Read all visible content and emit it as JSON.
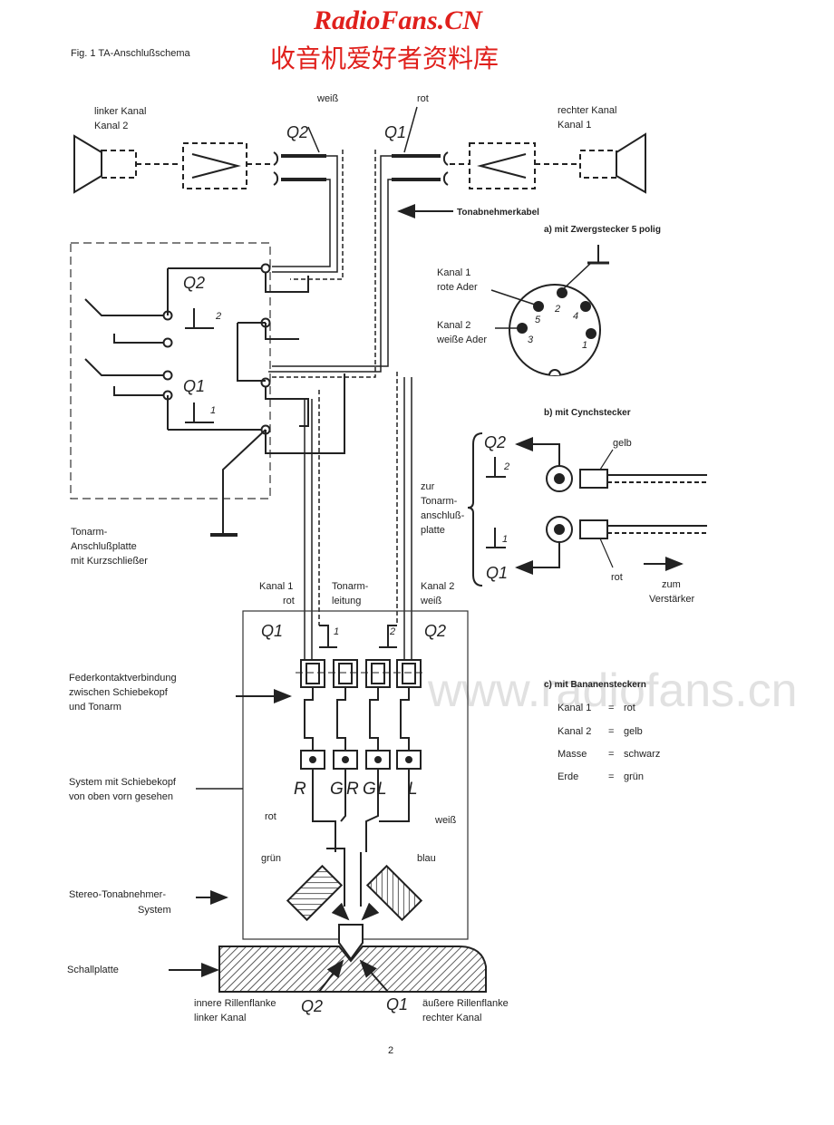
{
  "header": {
    "site": "RadioFans.CN",
    "subtitle": "收音机爱好者资料库"
  },
  "figure": {
    "title": "Fig. 1   TA-Anschlußschema"
  },
  "watermark": "www.radiofans.cn",
  "top": {
    "weiss": "weiß",
    "rot": "rot",
    "q2": "Q2",
    "q1": "Q1",
    "left_channel": [
      "linker Kanal",
      "Kanal 2"
    ],
    "right_channel": [
      "rechter Kanal",
      "Kanal 1"
    ],
    "cable_label": "Tonabnehmerkabel"
  },
  "tonearm_plate": {
    "q2": "Q2",
    "g2": "2",
    "q1": "Q1",
    "g1": "1",
    "caption": [
      "Tonarm-",
      "Anschlußplatte",
      "mit Kurzschließer"
    ]
  },
  "plug_a": {
    "title": "a) mit Zwergstecker 5 polig",
    "kanal1": [
      "Kanal 1",
      "rote Ader"
    ],
    "kanal2": [
      "Kanal 2",
      "weiße Ader"
    ],
    "pins": [
      "1",
      "2",
      "3",
      "4",
      "5"
    ]
  },
  "plug_b": {
    "title": "b) mit Cynchstecker",
    "q2": "Q2",
    "g2": "2",
    "q1": "Q1",
    "g1": "1",
    "gelb": "gelb",
    "rot": "rot",
    "zur": [
      "zur",
      "Tonarm-",
      "anschluß-",
      "platte"
    ],
    "zum": [
      "zum",
      "Verstärker"
    ]
  },
  "plug_c": {
    "title": "c) mit Bananensteckern",
    "rows": [
      {
        "name": "Kanal  1",
        "eq": "=",
        "color": "rot"
      },
      {
        "name": "Kanal  2",
        "eq": "=",
        "color": "gelb"
      },
      {
        "name": "Masse",
        "eq": "=",
        "color": "schwarz"
      },
      {
        "name": "Erde",
        "eq": "=",
        "color": "grün"
      }
    ]
  },
  "lower": {
    "kanal1": [
      "Kanal 1",
      "rot"
    ],
    "tonarm": [
      "Tonarm-",
      "leitung"
    ],
    "kanal2": [
      "Kanal 2",
      "weiß"
    ],
    "q1": "Q1",
    "q2": "Q2",
    "g1": "1",
    "g2": "2",
    "pins": [
      "R",
      "G",
      "R",
      "G",
      "L",
      "L"
    ],
    "wire_rot": "rot",
    "wire_weiss": "weiß",
    "wire_gruen": "grün",
    "wire_blau": "blau",
    "feder": [
      "Federkontaktverbindung",
      "zwischen Schiebekopf",
      "und Tonarm"
    ],
    "system": [
      "System mit Schiebekopf",
      "von oben vorn gesehen"
    ],
    "stereo": [
      "Stereo-Tonabnehmer-",
      "System"
    ],
    "schallplatte": "Schallplatte",
    "innere": [
      "innere Rillenflanke",
      "linker Kanal"
    ],
    "aeussere": [
      "äußere Rillenflanke",
      "rechter Kanal"
    ],
    "q2b": "Q2",
    "q1b": "Q1"
  },
  "page_number": "2"
}
